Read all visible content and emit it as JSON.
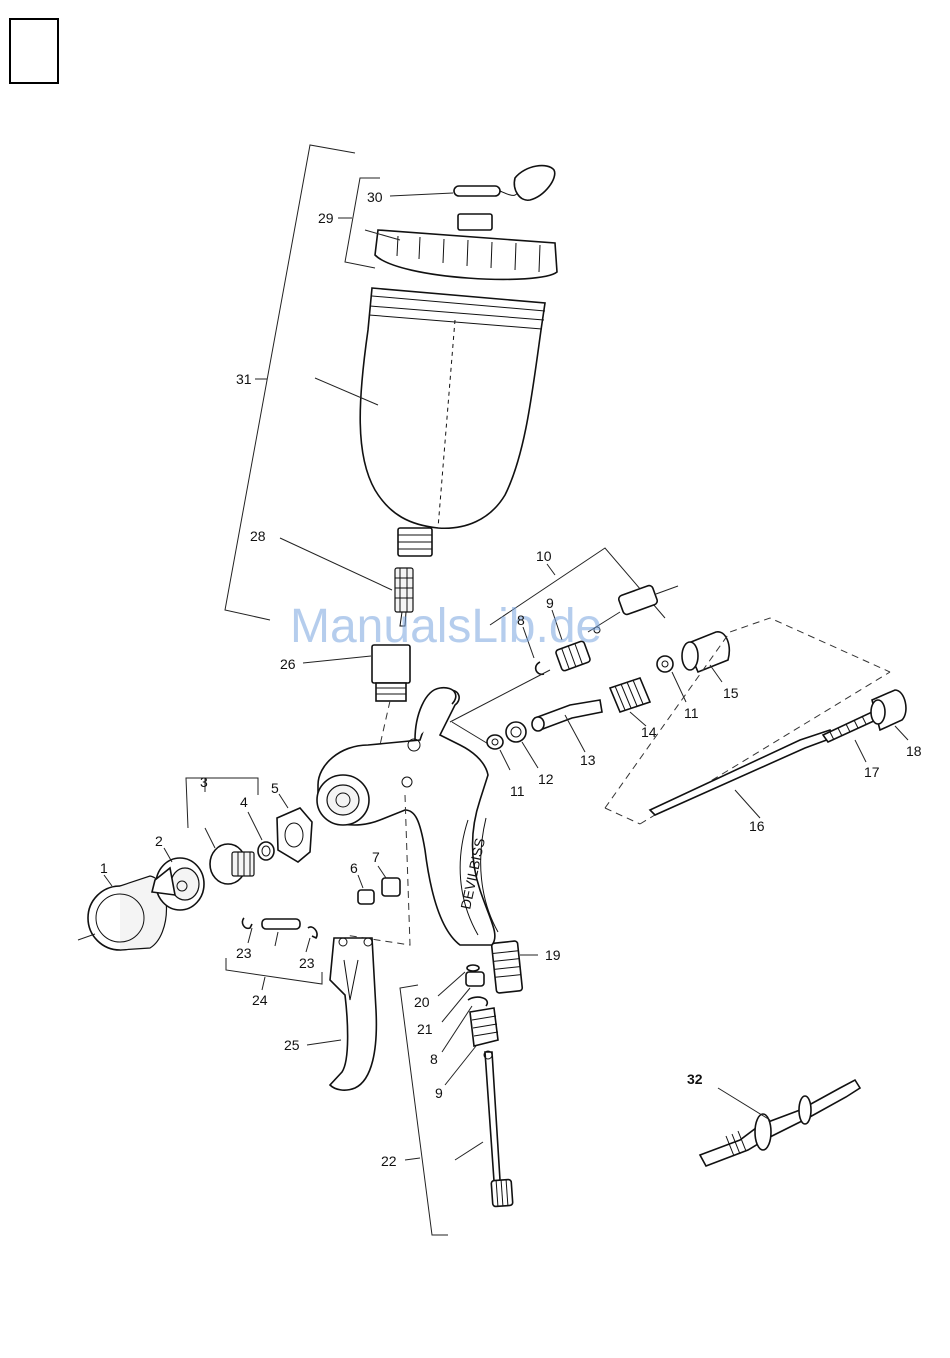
{
  "watermark": "ManualsLib.de",
  "labels": {
    "p1": "1",
    "p2": "2",
    "p3": "3",
    "p4": "4",
    "p5": "5",
    "p6": "6",
    "p7": "7",
    "p8a": "8",
    "p8b": "8",
    "p9a": "9",
    "p9b": "9",
    "p10": "10",
    "p11a": "11",
    "p11b": "11",
    "p12": "12",
    "p13": "13",
    "p14": "14",
    "p15": "15",
    "p16": "16",
    "p17": "17",
    "p18": "18",
    "p19": "19",
    "p20": "20",
    "p21": "21",
    "p22": "22",
    "p23a": "23",
    "p23b": "23",
    "p24": "24",
    "p25": "25",
    "p26": "26",
    "p28": "28",
    "p29": "29",
    "p30": "30",
    "p31": "31",
    "p32": "32"
  },
  "gun_brand_text": "DEVILBISS"
}
